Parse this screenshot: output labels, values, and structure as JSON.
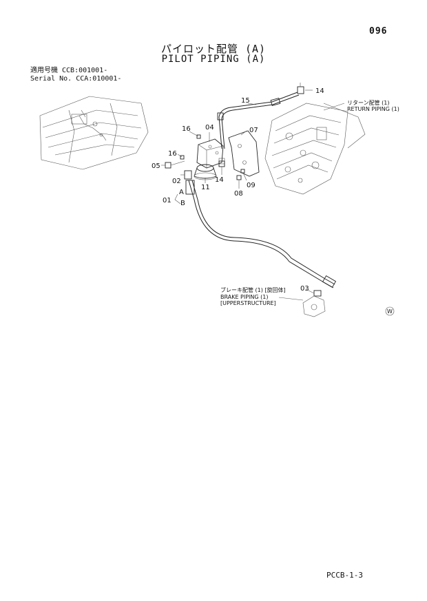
{
  "header": {
    "page_number": "096",
    "title_jp": "パイロット配管 (A)",
    "title_en": "PILOT PIPING (A)"
  },
  "serial": {
    "line1": "適用号機 CCB:001001-",
    "line2": "Serial No. CCA:010001-"
  },
  "callouts": {
    "c01": "01",
    "c02": "02",
    "c03": "03",
    "c04": "04",
    "c05": "05",
    "c07": "07",
    "c08": "08",
    "c09": "09",
    "c11": "11",
    "c14a": "14",
    "c14b": "14",
    "c15": "15",
    "c16a": "16",
    "c16b": "16",
    "a": "A",
    "b": "B"
  },
  "notes": {
    "return_jp": "リターン配管 (1)",
    "return_en": "RETURN PIPING (1)",
    "brake_jp": "ブレーキ配管 (1) [旋回体]",
    "brake_en": "BRAKE PIPING (1)",
    "brake_en2": "[UPPERSTRUCTURE]"
  },
  "marks": {
    "w_mark": "W"
  },
  "footer": {
    "code": "PCCB-1-3"
  }
}
